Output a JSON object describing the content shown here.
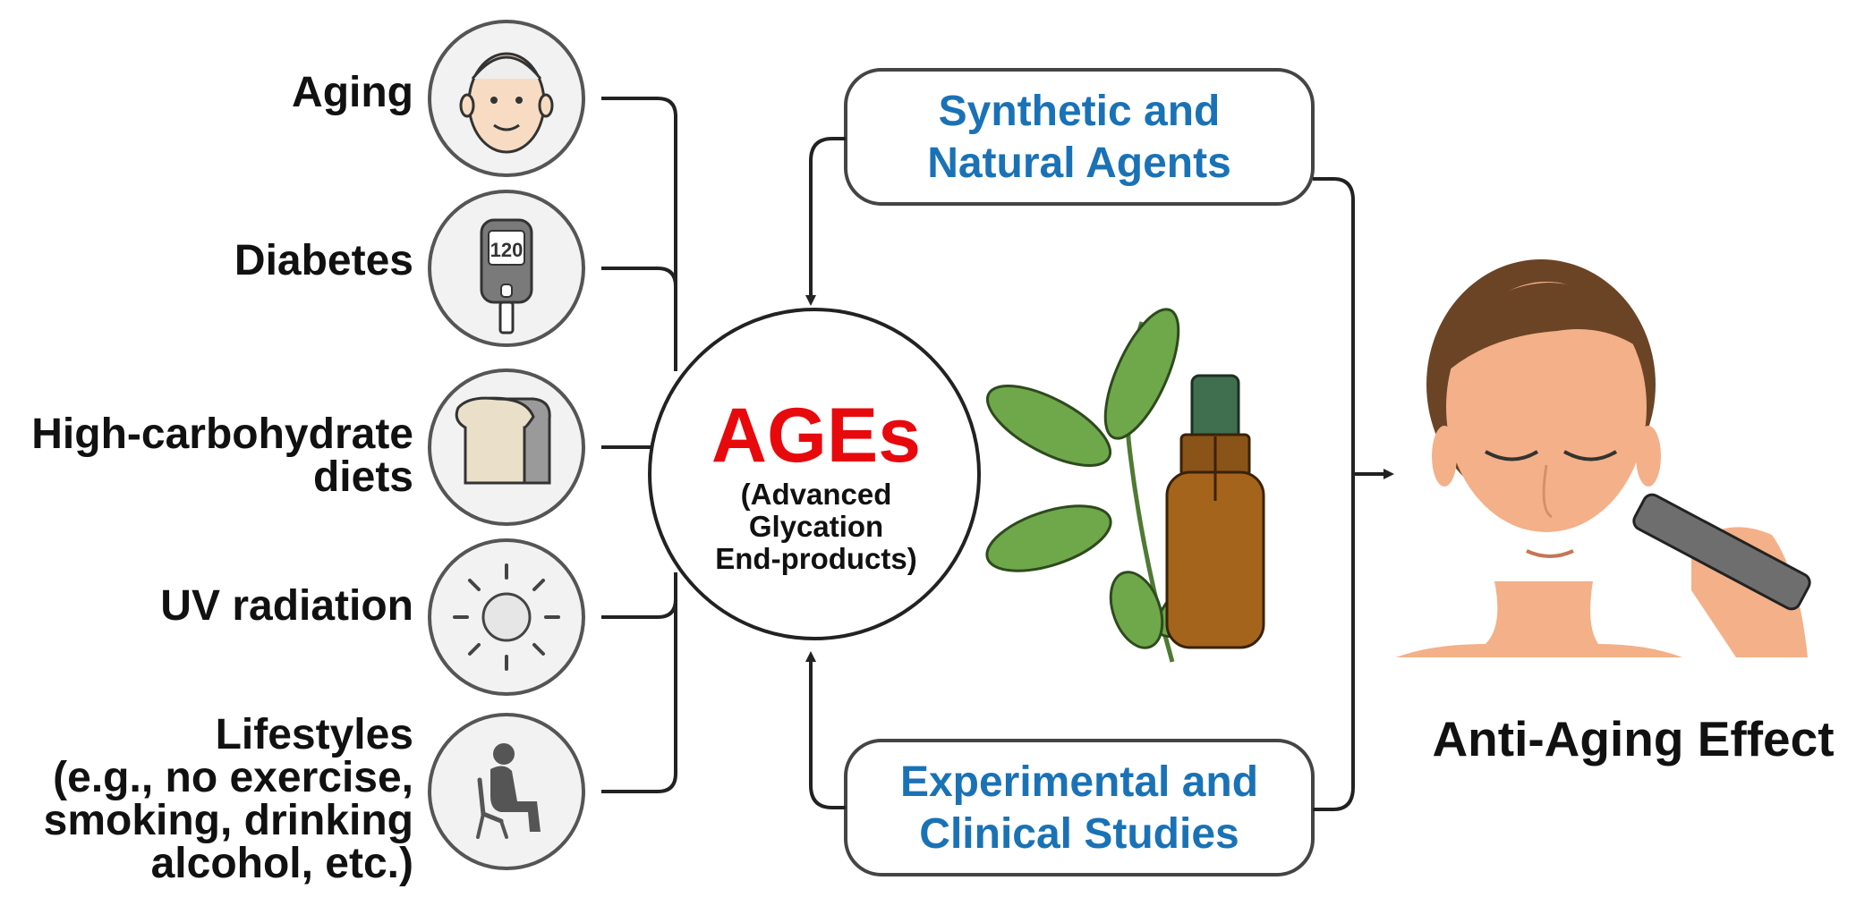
{
  "factors": [
    {
      "label": "Aging",
      "icon": "elderly-face-icon"
    },
    {
      "label": "Diabetes",
      "icon": "glucose-meter-icon",
      "meter_reading": "120"
    },
    {
      "label": "High-carbohydrate\ndiets",
      "icon": "bread-icon"
    },
    {
      "label": "UV radiation",
      "icon": "sun-icon"
    },
    {
      "label": "Lifestyles\n(e.g., no exercise,\nsmoking, drinking\nalcohol, etc.)",
      "icon": "sitting-person-icon"
    }
  ],
  "center": {
    "title": "AGEs",
    "subtitle": "(Advanced\nGlycation\nEnd-products)"
  },
  "boxes": {
    "top": "Synthetic and\nNatural Agents",
    "bottom": "Experimental and\nClinical Studies"
  },
  "effect": {
    "label": "Anti-Aging Effect"
  },
  "colors": {
    "ages_red": "#e8090d",
    "box_text_blue": "#1a72b6",
    "icon_circle_fill": "#f2f2f2",
    "line": "#222222",
    "leaf_green": "#6ea84a",
    "bottle_brown": "#a4641c",
    "skin": "#f4b088",
    "hair": "#6b4426"
  }
}
